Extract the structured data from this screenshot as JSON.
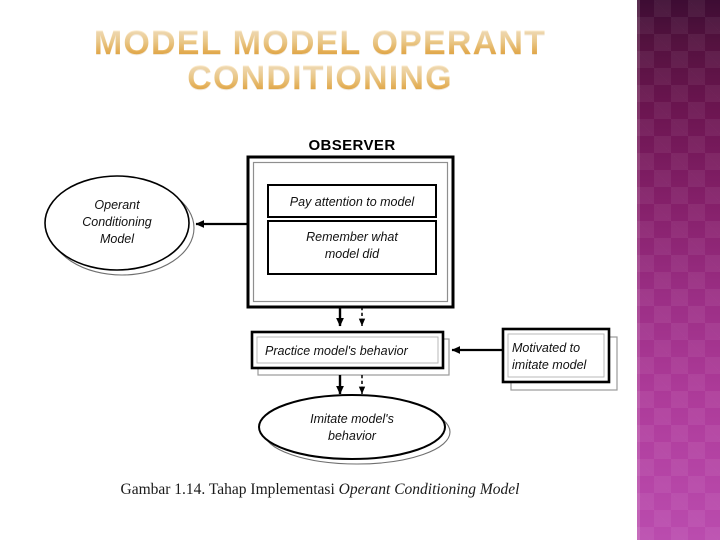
{
  "slide": {
    "title_lines": [
      "MODEL MODEL OPERANT",
      "CONDITIONING"
    ],
    "caption_plain": "Gambar 1.14. Tahap Implementasi ",
    "caption_italic": "Operant Conditioning Model",
    "background_color": "#ffffff"
  },
  "theme": {
    "title_gradient_top": "#fdf4e2",
    "title_gradient_bottom": "#e7a63f",
    "band_top_color": "#3d0c33",
    "band_bottom_color": "#ba4cae",
    "line_color": "#000000",
    "shadow_line_color": "#9a9a9a"
  },
  "diagram": {
    "header_label": "OBSERVER",
    "nodes": [
      {
        "id": "operant-model",
        "shape": "ellipse",
        "lines": [
          "Operant",
          "Conditioning",
          "Model"
        ]
      },
      {
        "id": "pay-attention",
        "shape": "rect",
        "lines": [
          "Pay attention to model"
        ]
      },
      {
        "id": "remember-what",
        "shape": "rect",
        "lines": [
          "Remember what",
          "model did"
        ]
      },
      {
        "id": "practice-behavior",
        "shape": "rect",
        "lines": [
          "Practice model's behavior"
        ]
      },
      {
        "id": "motivated-imitate",
        "shape": "rect",
        "lines": [
          "Motivated to",
          "imitate model"
        ]
      },
      {
        "id": "imitate-behavior",
        "shape": "ellipse",
        "lines": [
          "Imitate model's",
          "behavior"
        ]
      }
    ],
    "edges": [
      {
        "id": "observer-to-operant-model",
        "from": "observer",
        "to": "operant-model",
        "style": "solid",
        "direction": "left"
      },
      {
        "id": "observer-to-practice-solid",
        "from": "observer",
        "to": "practice-behavior",
        "style": "solid",
        "direction": "down"
      },
      {
        "id": "observer-to-practice-dashed",
        "from": "observer",
        "to": "practice-behavior",
        "style": "dashed",
        "direction": "down"
      },
      {
        "id": "motivated-to-practice",
        "from": "motivated-imitate",
        "to": "practice-behavior",
        "style": "solid",
        "direction": "left"
      },
      {
        "id": "practice-to-imitate-solid",
        "from": "practice-behavior",
        "to": "imitate-behavior",
        "style": "solid",
        "direction": "down"
      },
      {
        "id": "practice-to-imitate-dashed",
        "from": "practice-behavior",
        "to": "imitate-behavior",
        "style": "dashed",
        "direction": "down"
      }
    ]
  }
}
